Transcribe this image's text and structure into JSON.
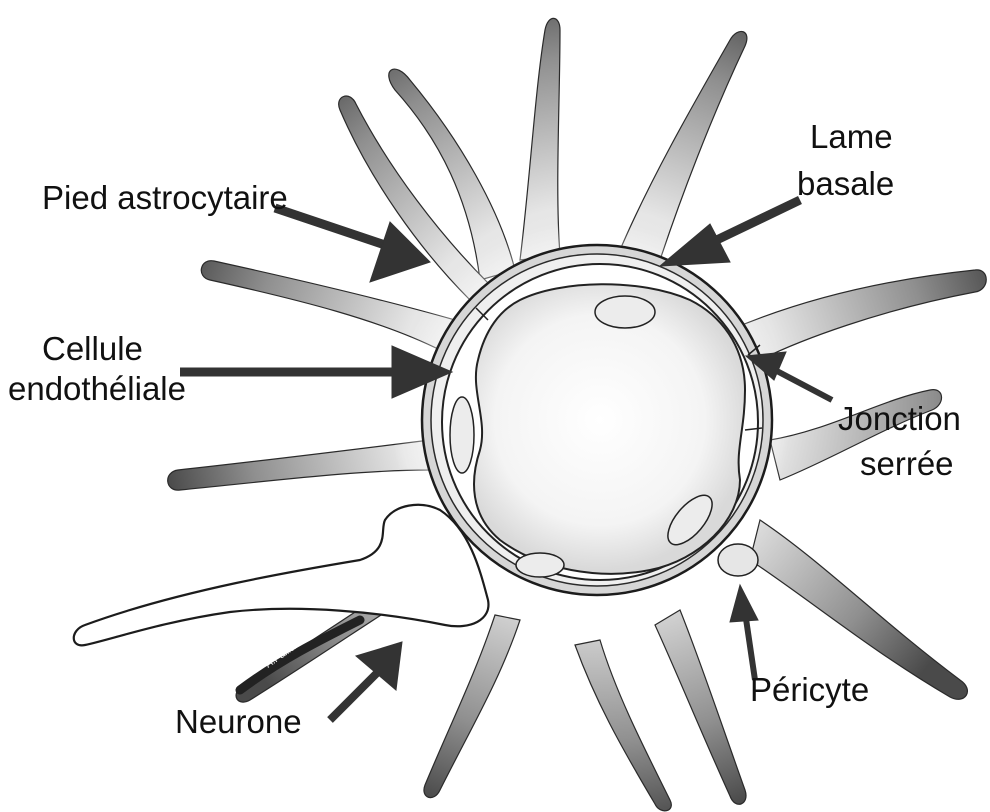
{
  "labels": {
    "pied_astrocytaire": "Pied astrocytaire",
    "lame_basale_1": "Lame",
    "lame_basale_2": "basale",
    "cellule_1": "Cellule",
    "cellule_2": "endothéliale",
    "jonction_1": "Jonction",
    "jonction_2": "serrée",
    "pericyte": "Péricyte",
    "neurone": "Neurone"
  },
  "signature": "A.Paillard 09",
  "colors": {
    "arrow": "#333333",
    "outline": "#222222",
    "astrocyte_dark": "#5a5a5a",
    "astrocyte_light": "#f2f2f2",
    "background": "#ffffff"
  }
}
